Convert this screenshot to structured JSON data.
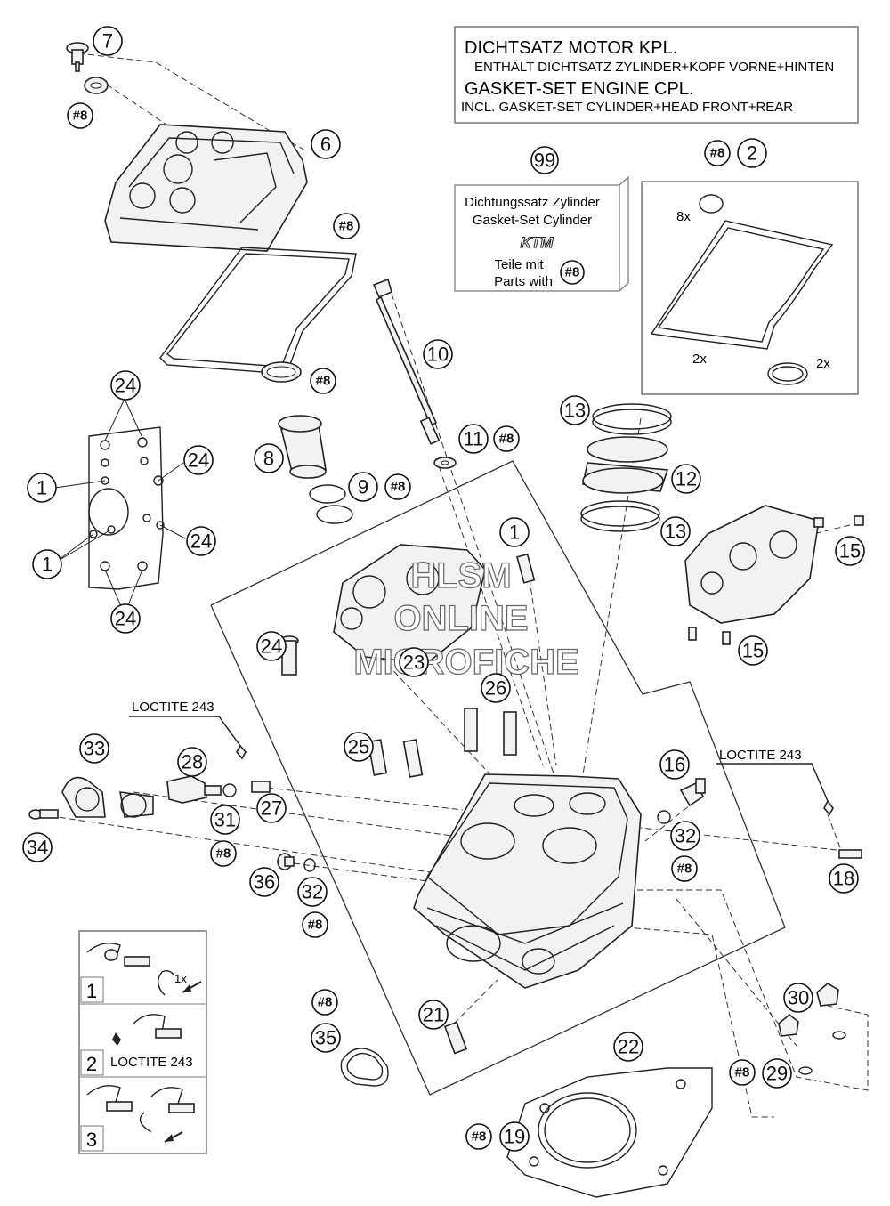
{
  "gasket_box": {
    "line1": "DICHTSATZ MOTOR KPL.",
    "line2": "ENTHÄLT DICHTSATZ ZYLINDER+KOPF VORNE+HINTEN",
    "line3": "GASKET-SET ENGINE CPL.",
    "line4": "INCL. GASKET-SET CYLINDER+HEAD FRONT+REAR"
  },
  "kit_box": {
    "number": "99",
    "line1": "Dichtungssatz Zylinder",
    "line2": "Gasket-Set Cylinder",
    "brand": "KTM",
    "line3": "Teile mit",
    "line4": "Parts with",
    "ref": "#8"
  },
  "set_box": {
    "qty_8x": "8x",
    "qty_2x_a": "2x",
    "qty_2x_b": "2x"
  },
  "watermark": {
    "line1": "HLSM",
    "line2": "ONLINE",
    "line3": "MICROFICHE"
  },
  "loctite_left": "LOCTITE 243",
  "loctite_right": "LOCTITE 243",
  "steps": {
    "step1": "1",
    "step1_turn": "1x",
    "step2": "2",
    "step2_text": "LOCTITE 243",
    "step3": "3"
  },
  "callouts": [
    {
      "id": "c7",
      "label": "7",
      "ref": false
    },
    {
      "id": "c8a",
      "label": "#8",
      "ref": true
    },
    {
      "id": "c6",
      "label": "6",
      "ref": false
    },
    {
      "id": "c8b",
      "label": "#8",
      "ref": true
    },
    {
      "id": "c10",
      "label": "10",
      "ref": false
    },
    {
      "id": "c8c",
      "label": "#8",
      "ref": true
    },
    {
      "id": "c8",
      "label": "8",
      "ref": false
    },
    {
      "id": "c9",
      "label": "9",
      "ref": false
    },
    {
      "id": "c8d",
      "label": "#8",
      "ref": true
    },
    {
      "id": "c11",
      "label": "11",
      "ref": false
    },
    {
      "id": "c8e",
      "label": "#8",
      "ref": true
    },
    {
      "id": "c24a",
      "label": "24",
      "ref": false
    },
    {
      "id": "c24b",
      "label": "24",
      "ref": false
    },
    {
      "id": "c1a",
      "label": "1",
      "ref": false
    },
    {
      "id": "c24c",
      "label": "24",
      "ref": false
    },
    {
      "id": "c1b",
      "label": "1",
      "ref": false
    },
    {
      "id": "c24d",
      "label": "24",
      "ref": false
    },
    {
      "id": "c8f",
      "label": "#8",
      "ref": true
    },
    {
      "id": "c2",
      "label": "2",
      "ref": false
    },
    {
      "id": "c13a",
      "label": "13",
      "ref": false
    },
    {
      "id": "c12",
      "label": "12",
      "ref": false
    },
    {
      "id": "c13b",
      "label": "13",
      "ref": false
    },
    {
      "id": "c1c",
      "label": "1",
      "ref": false
    },
    {
      "id": "c15a",
      "label": "15",
      "ref": false
    },
    {
      "id": "c15b",
      "label": "15",
      "ref": false
    },
    {
      "id": "c24e",
      "label": "24",
      "ref": false
    },
    {
      "id": "c23",
      "label": "23",
      "ref": false
    },
    {
      "id": "c26",
      "label": "26",
      "ref": false
    },
    {
      "id": "c25",
      "label": "25",
      "ref": false
    },
    {
      "id": "c33",
      "label": "33",
      "ref": false
    },
    {
      "id": "c28",
      "label": "28",
      "ref": false
    },
    {
      "id": "c31",
      "label": "31",
      "ref": false
    },
    {
      "id": "c27",
      "label": "27",
      "ref": false
    },
    {
      "id": "c34",
      "label": "34",
      "ref": false
    },
    {
      "id": "c8g",
      "label": "#8",
      "ref": true
    },
    {
      "id": "c36",
      "label": "36",
      "ref": false
    },
    {
      "id": "c32a",
      "label": "32",
      "ref": false
    },
    {
      "id": "c8h",
      "label": "#8",
      "ref": true
    },
    {
      "id": "c16",
      "label": "16",
      "ref": false
    },
    {
      "id": "c32b",
      "label": "32",
      "ref": false
    },
    {
      "id": "c8i",
      "label": "#8",
      "ref": true
    },
    {
      "id": "c18",
      "label": "18",
      "ref": false
    },
    {
      "id": "c21",
      "label": "21",
      "ref": false
    },
    {
      "id": "c8j",
      "label": "#8",
      "ref": true
    },
    {
      "id": "c35",
      "label": "35",
      "ref": false
    },
    {
      "id": "c22",
      "label": "22",
      "ref": false
    },
    {
      "id": "c30",
      "label": "30",
      "ref": false
    },
    {
      "id": "c8k",
      "label": "#8",
      "ref": true
    },
    {
      "id": "c29",
      "label": "29",
      "ref": false
    },
    {
      "id": "c8l",
      "label": "#8",
      "ref": true
    },
    {
      "id": "c19",
      "label": "19",
      "ref": false
    }
  ]
}
